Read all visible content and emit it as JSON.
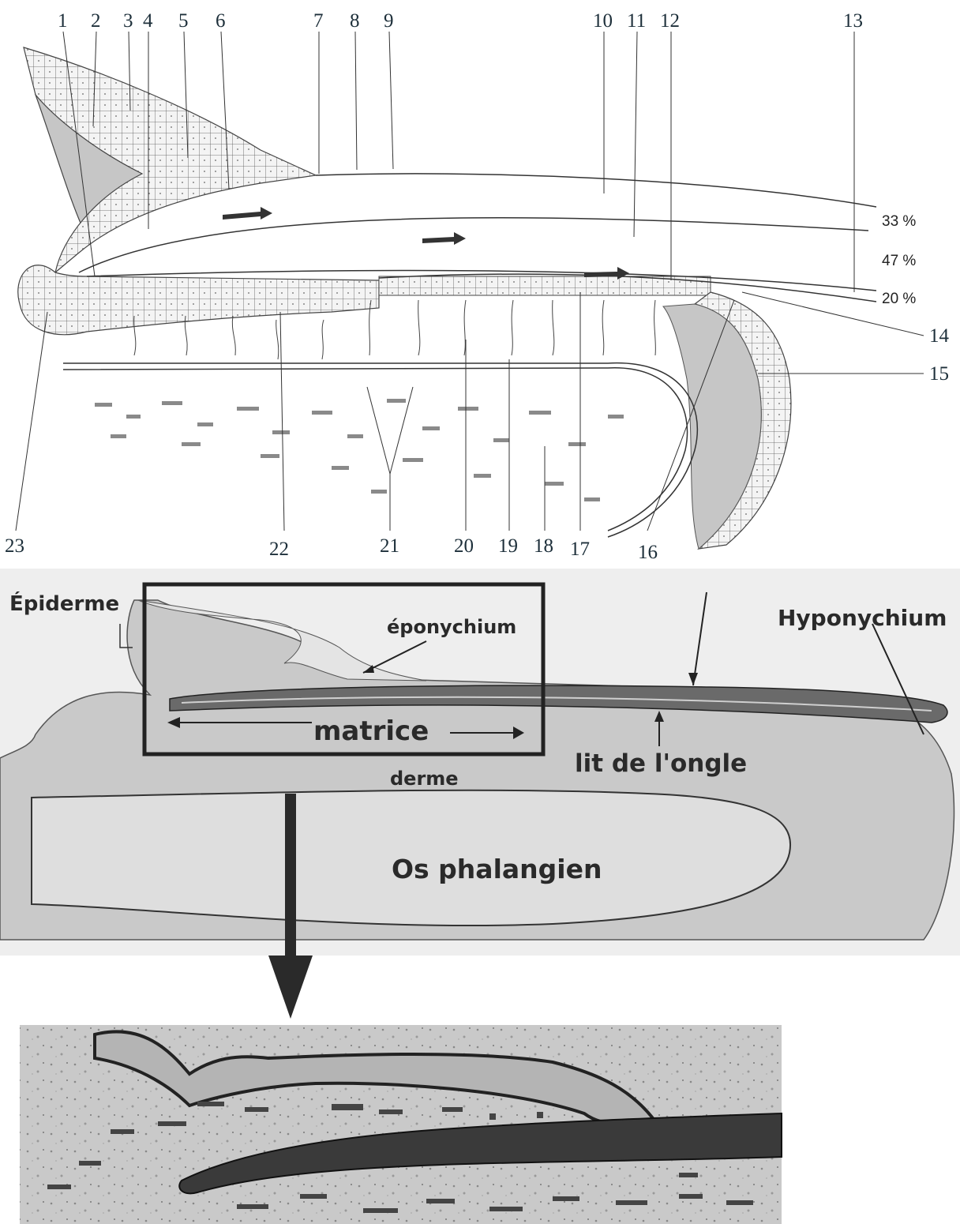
{
  "colors": {
    "ink": "#333333",
    "tissue": "#c6c6c6",
    "tissue_light": "#dcdcdc",
    "dark": "#2f2f2f",
    "number": "#1d2f3a"
  },
  "top_diagram": {
    "numbers": [
      "1",
      "2",
      "3",
      "4",
      "5",
      "6",
      "7",
      "8",
      "9",
      "10",
      "11",
      "12",
      "13",
      "14",
      "15",
      "16",
      "17",
      "18",
      "19",
      "20",
      "21",
      "22",
      "23"
    ],
    "percentages": [
      "33 %",
      "47 %",
      "20 %"
    ]
  },
  "middle_diagram": {
    "epiderme": "Épiderme",
    "eponychium": "éponychium",
    "hyponychium": "Hyponychium",
    "matrice": "matrice",
    "lit": "lit de l'ongle",
    "derme": "derme",
    "os": "Os phalangien"
  }
}
